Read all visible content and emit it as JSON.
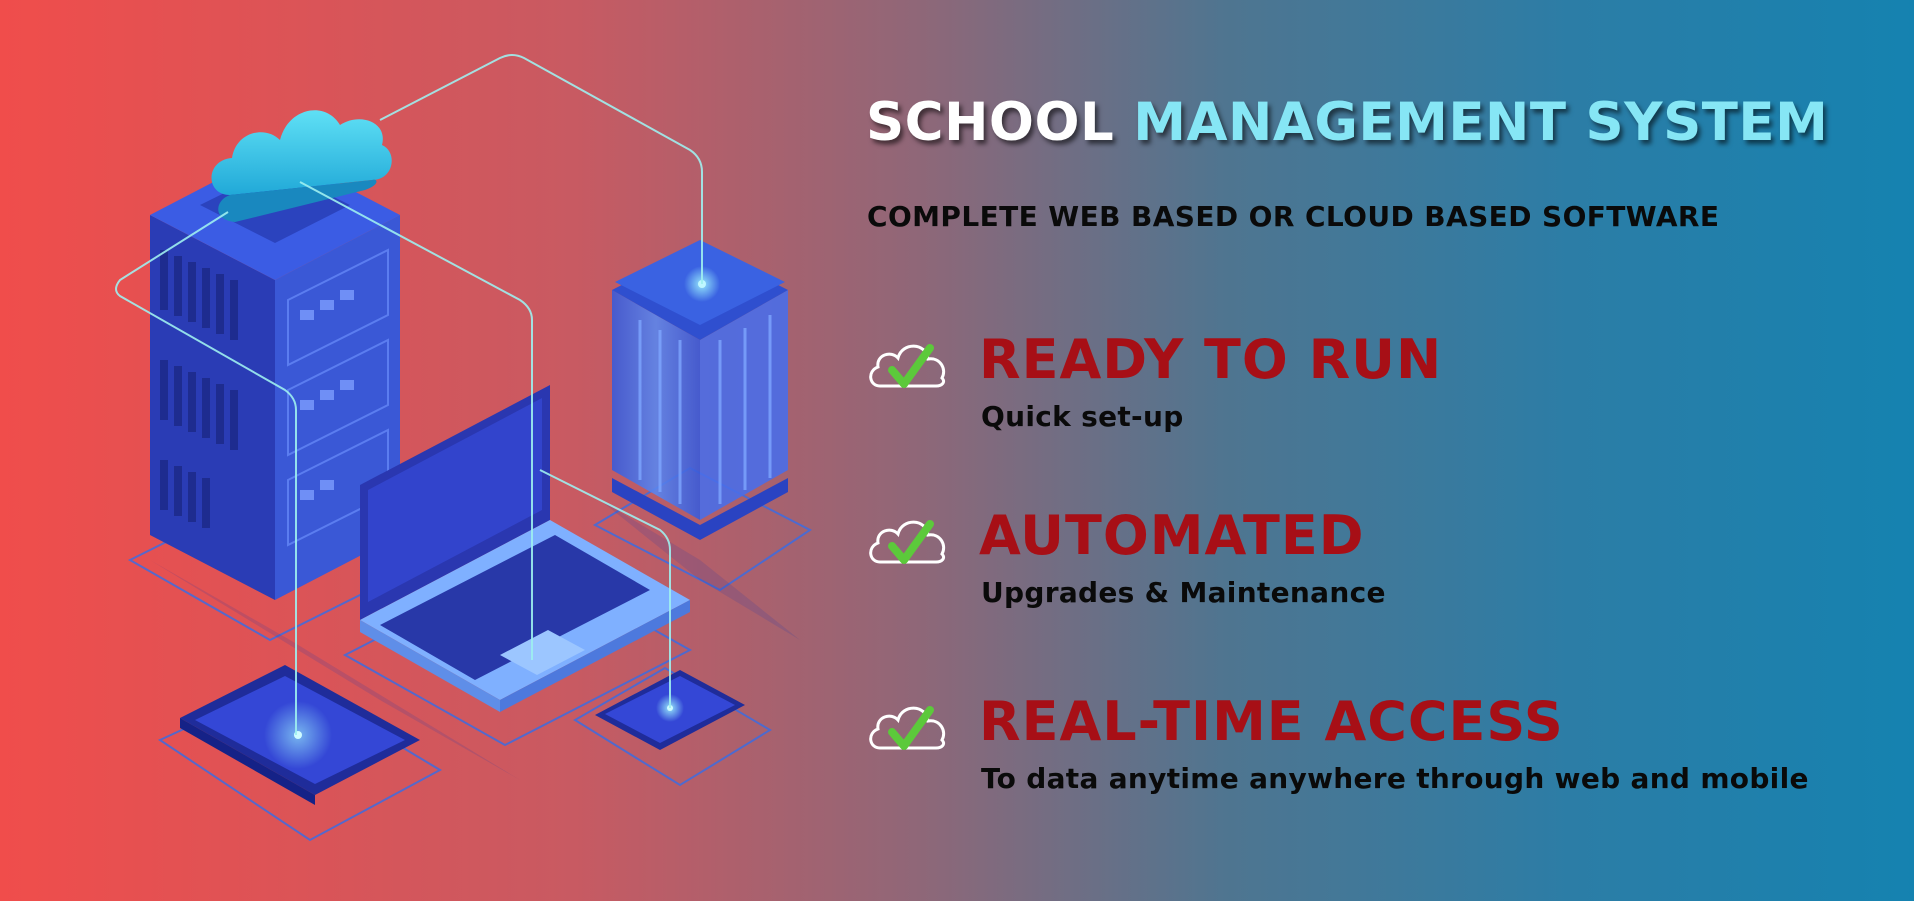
{
  "colors": {
    "title_primary": "#ffffff",
    "title_accent": "#86e6f5",
    "feature_heading": "#a70f16",
    "check": "#5cc93b",
    "gradient_left": "#f04d4b",
    "gradient_right": "#1582b0"
  },
  "header": {
    "title_part1": "SCHOOL",
    "title_part2": "MANAGEMENT SYSTEM",
    "subtitle": "COMPLETE WEB BASED OR CLOUD BASED SOFTWARE"
  },
  "features": [
    {
      "icon": "cloud-check-icon",
      "heading": "READY TO RUN",
      "subheading": "Quick set-up"
    },
    {
      "icon": "cloud-check-icon",
      "heading": "AUTOMATED",
      "subheading": "Upgrades & Maintenance"
    },
    {
      "icon": "cloud-check-icon",
      "heading": "REAL-TIME ACCESS",
      "subheading": "To data anytime anywhere through web and mobile"
    }
  ],
  "illustration": {
    "elements": [
      "server-rack",
      "cloud-icon",
      "server-tower",
      "laptop",
      "tablet",
      "smartphone"
    ]
  }
}
